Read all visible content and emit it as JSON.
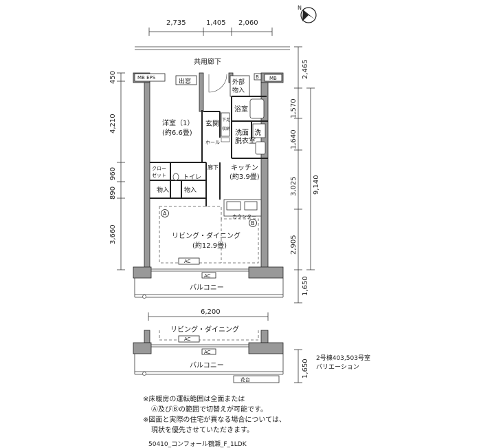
{
  "dims_top": [
    "2,735",
    "1,405",
    "2,060"
  ],
  "dims_left": [
    "450",
    "4,210",
    "960",
    "890",
    "3,660"
  ],
  "dims_right_inner": [
    "2,465",
    "1,570",
    "1,640",
    "3,025",
    "2,905",
    "1,650"
  ],
  "dim_right_total": "9,140",
  "dim_bottom_width": "6,200",
  "dim_variation": "1,650",
  "rooms": {
    "corridor": "共用廊下",
    "mb_eps": "MB EPS",
    "window": "出窓",
    "external_storage": [
      "外部",
      "物入"
    ],
    "mb_right": "MB",
    "b_mark": "B",
    "western_room": "洋室（1）",
    "western_room_size": "(約6.6畳)",
    "entrance": "玄関",
    "shoe_closet": [
      "下足",
      "収納"
    ],
    "bathroom": "浴室",
    "hall": "ホール",
    "washroom": [
      "洗面",
      "脱衣室"
    ],
    "washing": "洗",
    "hallway": "廊下",
    "closet": [
      "クロー",
      "ゼット"
    ],
    "toilet": "トイレ",
    "storage_1": "物入",
    "storage_2": "物入",
    "kitchen": "キッチン",
    "kitchen_size": "(約3.9畳)",
    "counter": "カウンター",
    "living": "リビング・ダイニング",
    "living_size": "(約12.9畳)",
    "marker_a": "A",
    "marker_b": "B",
    "ac": "AC",
    "balcony": "バルコニー",
    "flower_bed": "花台"
  },
  "variation_section": {
    "living": "リビング・ダイニング",
    "ac": "AC",
    "balcony": "バルコニー",
    "caption": [
      "2号棟403,503号室",
      "バリエーション"
    ]
  },
  "notes": [
    "※床暖房の運転範囲は全面または",
    "Ⓐ及びⒷの範囲で切替えが可能です。",
    "※図面と実際の住宅が異なる場合については、",
    "現状を優先させていただきます。"
  ],
  "plan_code": "50410_コンフォール鶴瀬_F_1LDK",
  "north_label": "N"
}
